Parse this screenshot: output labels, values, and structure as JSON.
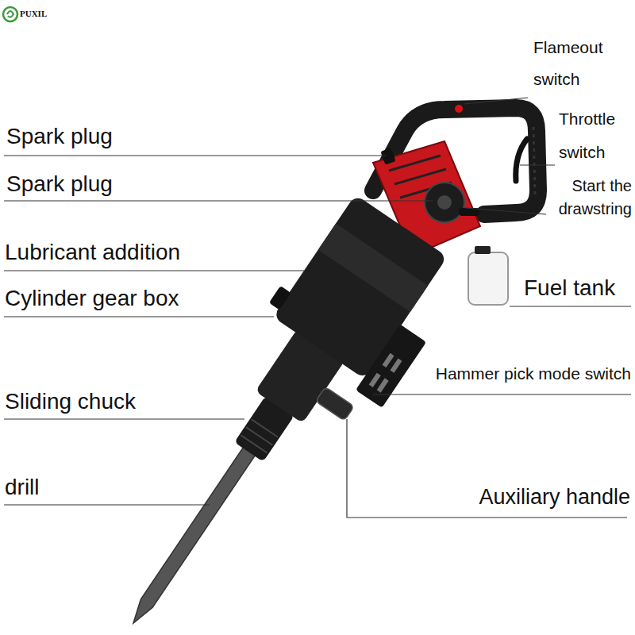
{
  "diagram": {
    "labels": [
      "PUXIL",
      "Flameout switch",
      "Throttle switch",
      "Start the drawstring",
      "Spark plug",
      "Spark plug",
      "Lubricant addition",
      "Cylinder gear box",
      "Fuel tank",
      "Hammer pick mode switch",
      "Sliding chuck",
      "drill",
      "Auxiliary handle"
    ]
  }
}
